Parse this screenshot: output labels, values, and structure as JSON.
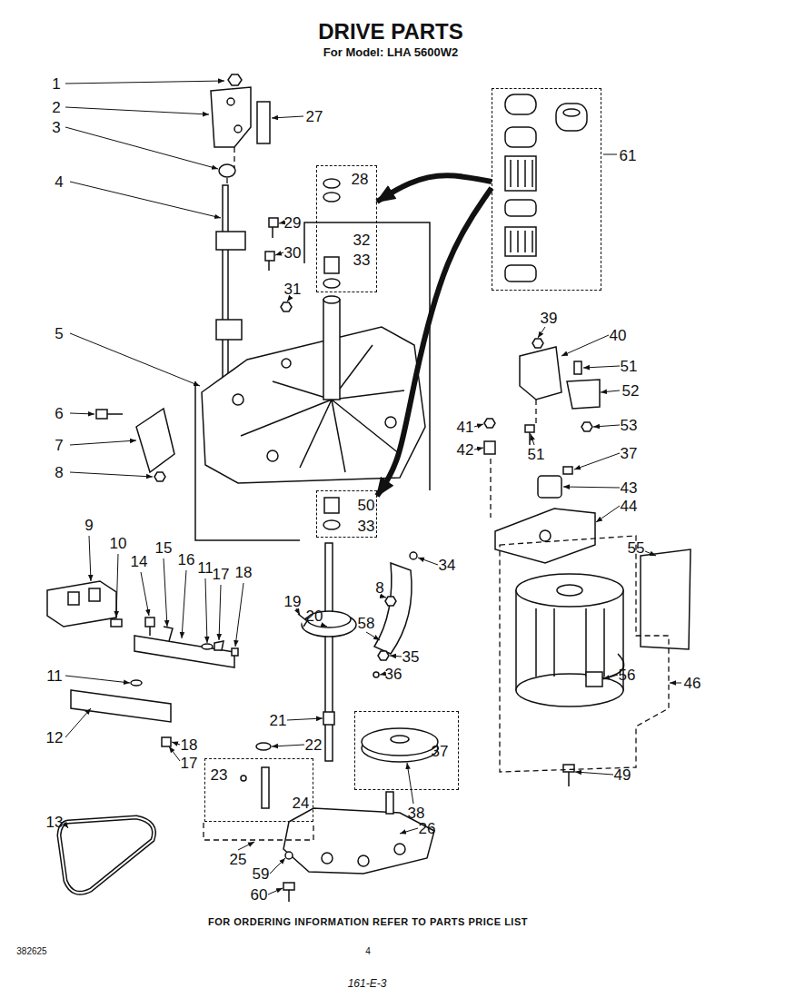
{
  "diagram": {
    "title": "DRIVE PARTS",
    "caption": "FOR ORDERING INFORMATION REFER TO PARTS PRICE LIST",
    "nodes": [
      {
        "text": [
          "61"
        ]
      },
      {
        "text": [
          "28",
          "32",
          "33"
        ]
      },
      {
        "text": [
          "50",
          "33"
        ]
      },
      {
        "text": [
          "37"
        ]
      },
      {
        "text": [
          "23",
          "24"
        ]
      }
    ],
    "edges": [
      {
        "from": 0,
        "to": 1,
        "arrow": "to"
      },
      {
        "from": 0,
        "to": 2,
        "arrow": "to"
      }
    ],
    "labels": [
      "For Model: LHA 5600W2",
      "1",
      "2",
      "3",
      "27",
      "4",
      "29",
      "30",
      "31",
      "5",
      "39",
      "40",
      "51",
      "52",
      "6",
      "41",
      "53",
      "7",
      "42",
      "51",
      "37",
      "8",
      "43",
      "44",
      "9",
      "10",
      "15",
      "55",
      "16",
      "14",
      "11",
      "34",
      "17",
      "18",
      "8",
      "19",
      "20",
      "58",
      "35",
      "36",
      "11",
      "56",
      "46",
      "21",
      "12",
      "18",
      "22",
      "17",
      "49",
      "38",
      "26",
      "13",
      "25",
      "59",
      "60",
      "382625",
      "4",
      "161-E-3"
    ]
  }
}
